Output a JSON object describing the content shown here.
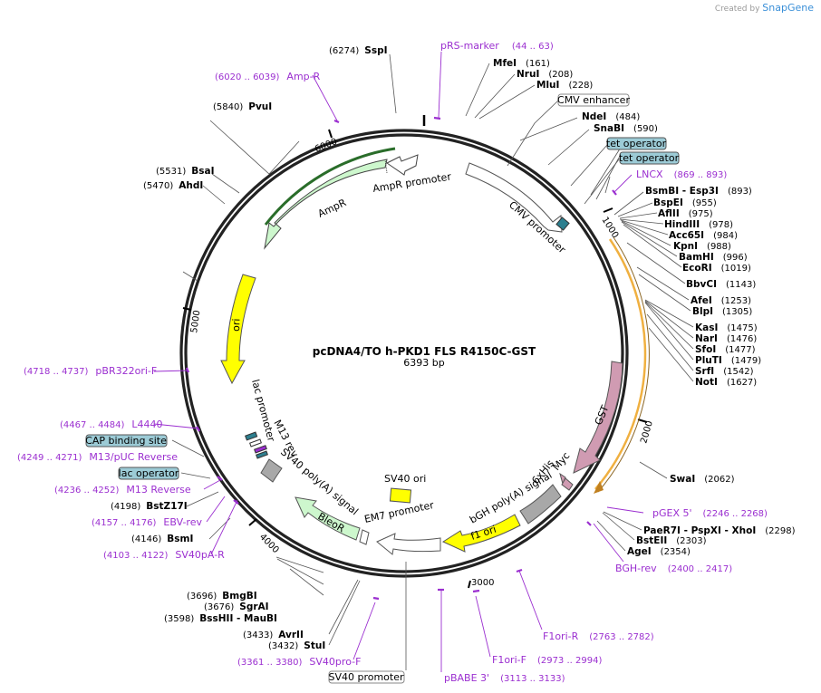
{
  "watermark": {
    "prefix": "Created by",
    "brand": "SnapGene"
  },
  "plasmid": {
    "name": "pcDNA4/TO h-PKD1 FLS R4150C-GST",
    "length": "6393 bp"
  },
  "ticks": [
    "1000",
    "2000",
    "3000",
    "4000",
    "5000",
    "6000"
  ],
  "enzymes": [
    {
      "name": "SspI",
      "pos": "(6274)"
    },
    {
      "name": "MfeI",
      "pos": "(161)"
    },
    {
      "name": "NruI",
      "pos": "(208)"
    },
    {
      "name": "MluI",
      "pos": "(228)"
    },
    {
      "name": "NdeI",
      "pos": "(484)"
    },
    {
      "name": "SnaBI",
      "pos": "(590)"
    },
    {
      "name": "BsmBI - Esp3I",
      "pos": "(893)"
    },
    {
      "name": "BspEI",
      "pos": "(955)"
    },
    {
      "name": "AflII",
      "pos": "(975)"
    },
    {
      "name": "HindIII",
      "pos": "(978)"
    },
    {
      "name": "Acc65I",
      "pos": "(984)"
    },
    {
      "name": "KpnI",
      "pos": "(988)"
    },
    {
      "name": "BamHI",
      "pos": "(996)"
    },
    {
      "name": "EcoRI",
      "pos": "(1019)"
    },
    {
      "name": "BbvCI",
      "pos": "(1143)"
    },
    {
      "name": "AfeI",
      "pos": "(1253)"
    },
    {
      "name": "BlpI",
      "pos": "(1305)"
    },
    {
      "name": "KasI",
      "pos": "(1475)"
    },
    {
      "name": "NarI",
      "pos": "(1476)"
    },
    {
      "name": "SfoI",
      "pos": "(1477)"
    },
    {
      "name": "PluTI",
      "pos": "(1479)"
    },
    {
      "name": "SrfI",
      "pos": "(1542)"
    },
    {
      "name": "NotI",
      "pos": "(1627)"
    },
    {
      "name": "SwaI",
      "pos": "(2062)"
    },
    {
      "name": "PaeR7I - PspXI - XhoI",
      "pos": "(2298)"
    },
    {
      "name": "BstEII",
      "pos": "(2303)"
    },
    {
      "name": "AgeI",
      "pos": "(2354)"
    },
    {
      "name": "AvrII",
      "pos": "(3433)"
    },
    {
      "name": "StuI",
      "pos": "(3432)"
    },
    {
      "name": "BssHII - MauBI",
      "pos": "(3598)"
    },
    {
      "name": "SgrAI",
      "pos": "(3676)"
    },
    {
      "name": "BmgBI",
      "pos": "(3696)"
    },
    {
      "name": "BsmI",
      "pos": "(4146)"
    },
    {
      "name": "BstZ17I",
      "pos": "(4198)"
    },
    {
      "name": "PvuI",
      "pos": "(5840)"
    },
    {
      "name": "BsaI",
      "pos": "(5531)"
    },
    {
      "name": "AhdI",
      "pos": "(5470)"
    }
  ],
  "primers": [
    {
      "name": "pRS-marker",
      "range": "(44 .. 63)"
    },
    {
      "name": "Amp-R",
      "range": "(6020 .. 6039)"
    },
    {
      "name": "LNCX",
      "range": "(869 .. 893)"
    },
    {
      "name": "pGEX 5'",
      "range": "(2246 .. 2268)"
    },
    {
      "name": "BGH-rev",
      "range": "(2400 .. 2417)"
    },
    {
      "name": "F1ori-R",
      "range": "(2763 .. 2782)"
    },
    {
      "name": "F1ori-F",
      "range": "(2973 .. 2994)"
    },
    {
      "name": "pBABE 3'",
      "range": "(3113 .. 3133)"
    },
    {
      "name": "SV40pro-F",
      "range": "(3361 .. 3380)"
    },
    {
      "name": "SV40pA-R",
      "range": "(4103 .. 4122)"
    },
    {
      "name": "EBV-rev",
      "range": "(4157 .. 4176)"
    },
    {
      "name": "M13 Reverse",
      "range": "(4236 .. 4252)"
    },
    {
      "name": "M13/pUC Reverse",
      "range": "(4249 .. 4271)"
    },
    {
      "name": "L4440",
      "range": "(4467 .. 4484)"
    },
    {
      "name": "pBR322ori-F",
      "range": "(4718 .. 4737)"
    }
  ],
  "boxed_features": [
    "CMV enhancer",
    "tet operator",
    "tet operator",
    "CAP binding site",
    "lac operator",
    "SV40 promoter"
  ],
  "features": {
    "cmv_promoter": "CMV promoter",
    "ampr_promoter": "AmpR promoter",
    "ampr": "AmpR",
    "ori": "ori",
    "gst": "GST",
    "myc": "Myc",
    "his": "6xHis",
    "bgh": "bGH poly(A) signal",
    "f1ori": "f1 ori",
    "sv40ori": "SV40 ori",
    "em7": "EM7 promoter",
    "bleor": "BleoR",
    "sv40pa": "SV40 poly(A) signal",
    "m13rev": "M13 rev",
    "lacpromoter": "lac promoter"
  },
  "colors": {
    "backbone": "#222222",
    "primer": "#9b2fd0",
    "ampr_fill": "#cdf7cd",
    "ori_fill": "#ffff00",
    "gst_fill": "#d09bb2",
    "operator_fill": "#9ccbd6",
    "gray_fill": "#a8a8a8",
    "orange": "#f0b040"
  }
}
